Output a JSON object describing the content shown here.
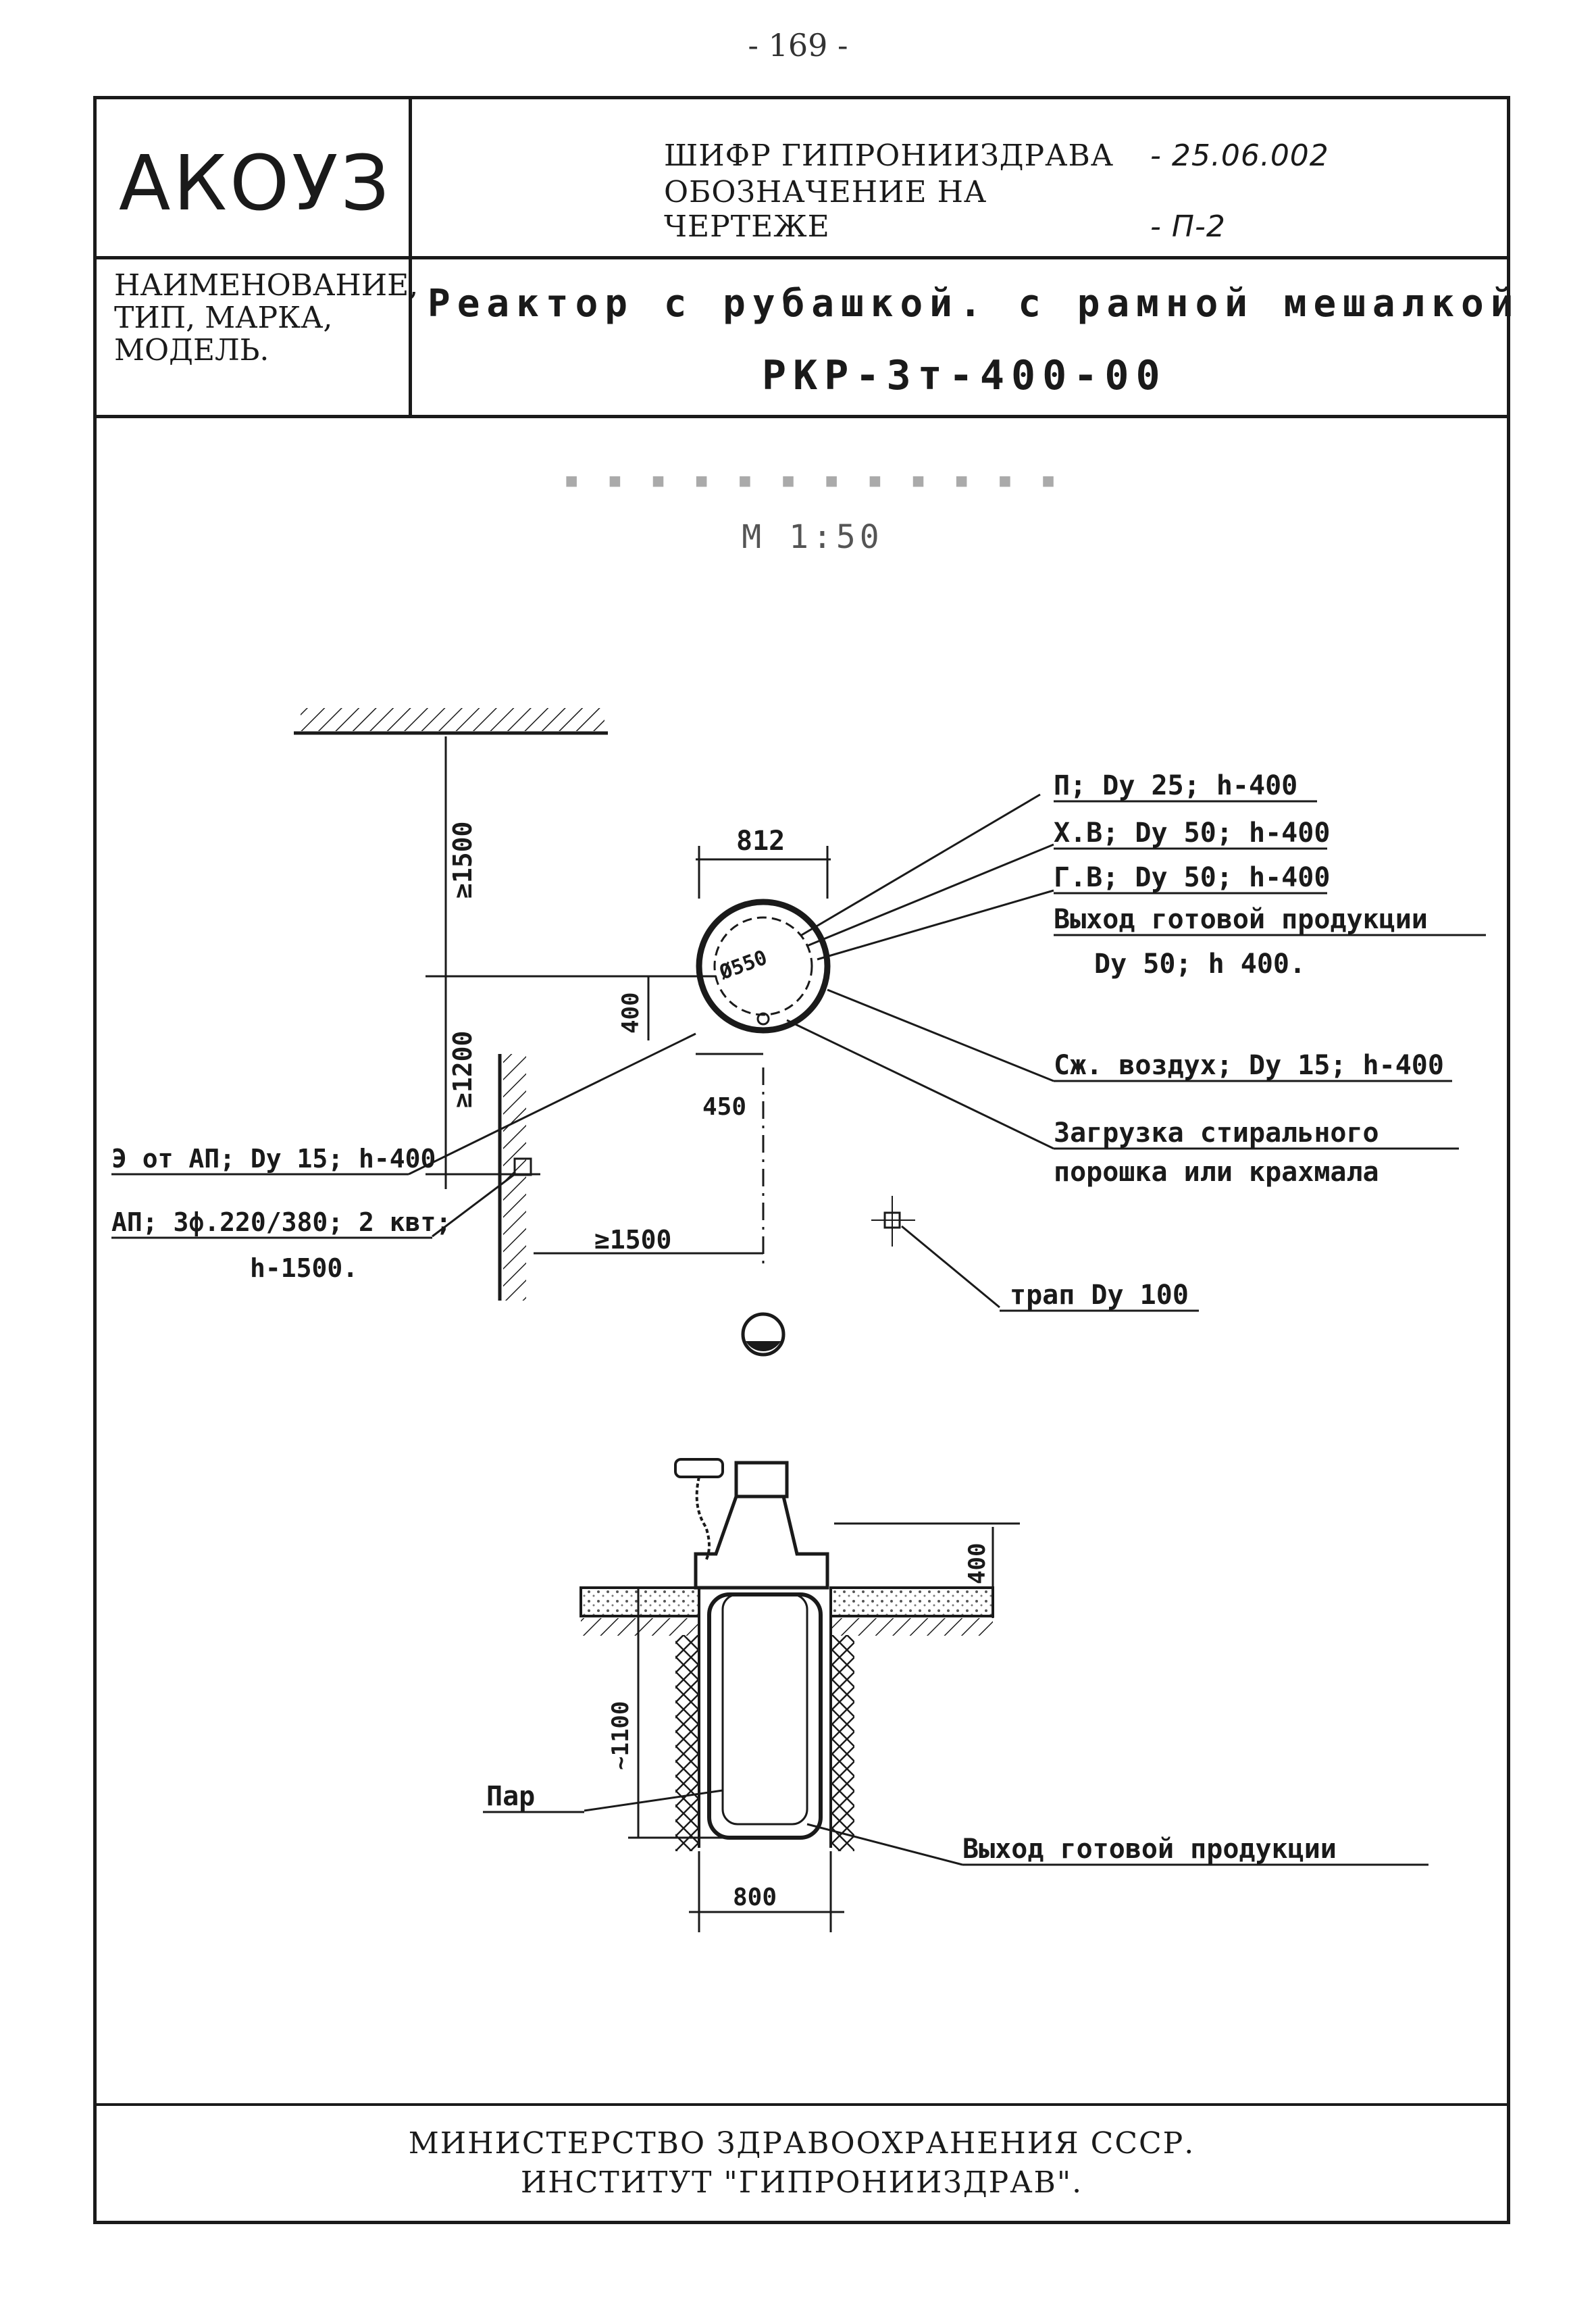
{
  "page": {
    "number": "- 169 -"
  },
  "title_block": {
    "code": "АКОУЗ",
    "cipher_label": "ШИФР ГИПРОНИИЗДРАВА",
    "cipher_value": "- 25.06.002",
    "designation_label": "ОБОЗНАЧЕНИЕ НА ЧЕРТЕЖЕ",
    "designation_value": "- П-2",
    "name_label_lines": [
      "НАИМЕНОВАНИЕ,",
      "ТИП, МАРКА,",
      "МОДЕЛЬ."
    ],
    "product_name": "Реактор с рубашкой. с рамной мешалкой",
    "model": "РКР-3т-400-00"
  },
  "drawing": {
    "scale": "М 1:50",
    "plan": {
      "dim_outer_diameter": "812",
      "dim_inner_diameter": "Ø550",
      "dim_wall_top": "≥1500",
      "dim_wall_bottom": "≥1200",
      "dim_offset_400": "400",
      "dim_offset_450": "450",
      "dim_right_clearance": "≥1500",
      "callouts": [
        "П; Dy 25; h-400",
        "Х.В; Dy 50; h-400",
        "Г.В; Dy 50; h-400",
        "Выход готовой продукции",
        "Dy 50; h 400.",
        "Сж. воздух; Dy 15; h-400",
        "Загрузка стирального",
        "порошка или крахмала",
        "Э от АП; Dy 15; h-400",
        "АП; 3ф.220/380; 2 квт;",
        "h-1500.",
        "трап Dy 100"
      ]
    },
    "section": {
      "dim_height_above_floor": "400",
      "dim_depth": "~1100",
      "dim_pit_width": "800",
      "callout_steam": "Пар",
      "callout_outlet": "Выход готовой продукции"
    }
  },
  "footer": {
    "line1": "МИНИСТЕРСТВО ЗДРАВООХРАНЕНИЯ СССР.",
    "line2": "ИНСТИТУТ \"ГИПРОНИИЗДРАВ\"."
  }
}
